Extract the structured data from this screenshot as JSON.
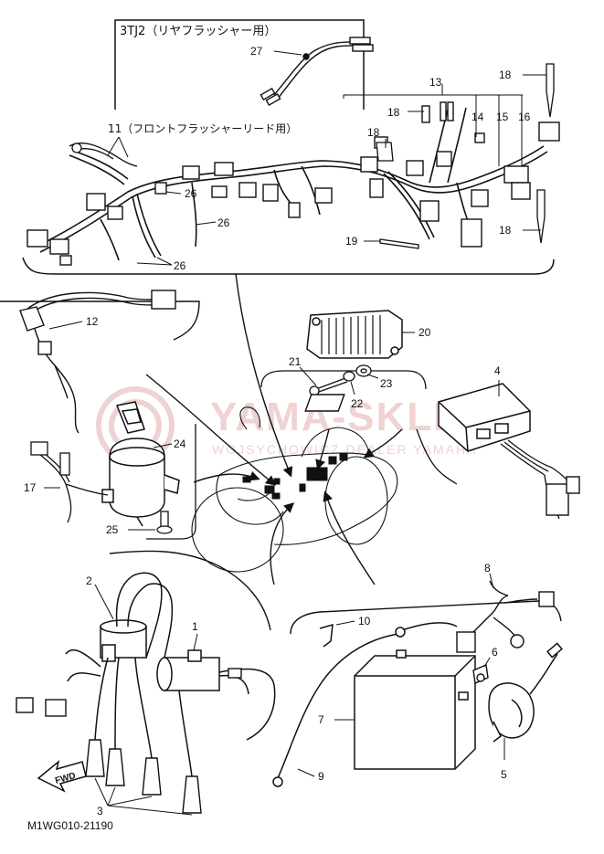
{
  "watermark": {
    "title": "YAMA-SKLEP",
    "subtitle": "WOJSYCHOWICZ DEALER YAMAHA"
  },
  "inset_caption": "3TJ2（リヤフラッシャー用）",
  "lead_caption": "11（フロントフラッシャーリード用）",
  "drawing_code": "M1WG010-21190",
  "fwd_label": "FWD",
  "callouts": {
    "c1": "1",
    "c2": "2",
    "c3": "3",
    "c4": "4",
    "c5": "5",
    "c6": "6",
    "c7": "7",
    "c8": "8",
    "c9": "9",
    "c10": "10",
    "c12": "12",
    "c13": "13",
    "c14": "14",
    "c15": "15",
    "c16": "16",
    "c17": "17",
    "c18a": "18",
    "c18b": "18",
    "c18c": "18",
    "c18d": "18",
    "c19": "19",
    "c20": "20",
    "c21": "21",
    "c22": "22",
    "c23": "23",
    "c24": "24",
    "c25": "25",
    "c26a": "26",
    "c26b": "26",
    "c26c": "26",
    "c27": "27"
  },
  "colors": {
    "ink": "#111111",
    "watermark": "#efd2d2"
  }
}
